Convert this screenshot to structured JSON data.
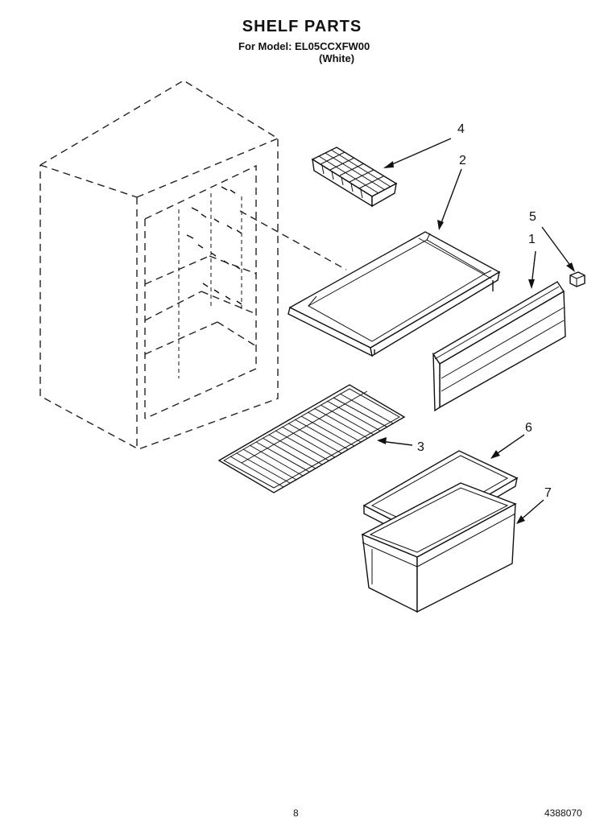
{
  "header": {
    "title": "SHELF PARTS",
    "model_line": "For Model: EL05CCXFW00",
    "color_note": "(White)"
  },
  "callouts": {
    "c1": "1",
    "c2": "2",
    "c3": "3",
    "c4": "4",
    "c5": "5",
    "c6": "6",
    "c7": "7"
  },
  "footer": {
    "page_number": "8",
    "document_number": "4388070"
  }
}
